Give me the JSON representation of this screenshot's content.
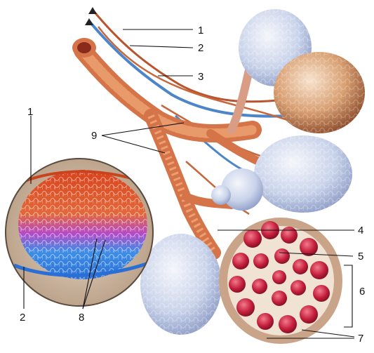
{
  "labels": {
    "l1": "1",
    "l2": "2",
    "l3": "3",
    "l4": "4",
    "l5": "5",
    "l6": "6",
    "l7": "7",
    "l8": "8",
    "l9": "9",
    "inset_1": "1",
    "inset_2": "2"
  }
}
